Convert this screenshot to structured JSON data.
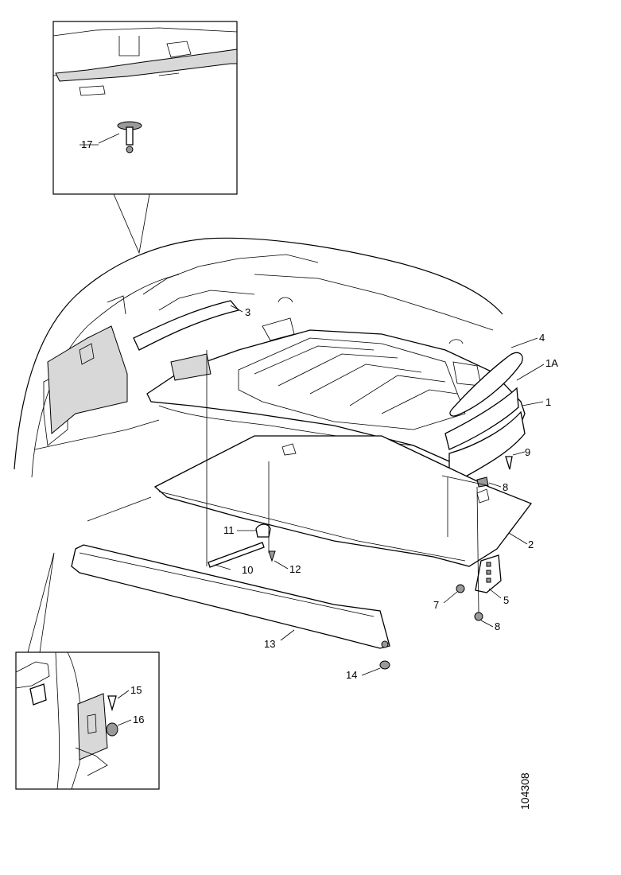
{
  "callouts": {
    "c17": "17",
    "c3": "3",
    "c4": "4",
    "c1A": "1A",
    "c1": "1",
    "c9": "9",
    "c8a": "8",
    "c2": "2",
    "c5": "5",
    "c7": "7",
    "c8b": "8",
    "c11": "11",
    "c12": "12",
    "c10": "10",
    "c13": "13",
    "c14": "14",
    "c15": "15",
    "c16": "16"
  },
  "document_number": "104308"
}
